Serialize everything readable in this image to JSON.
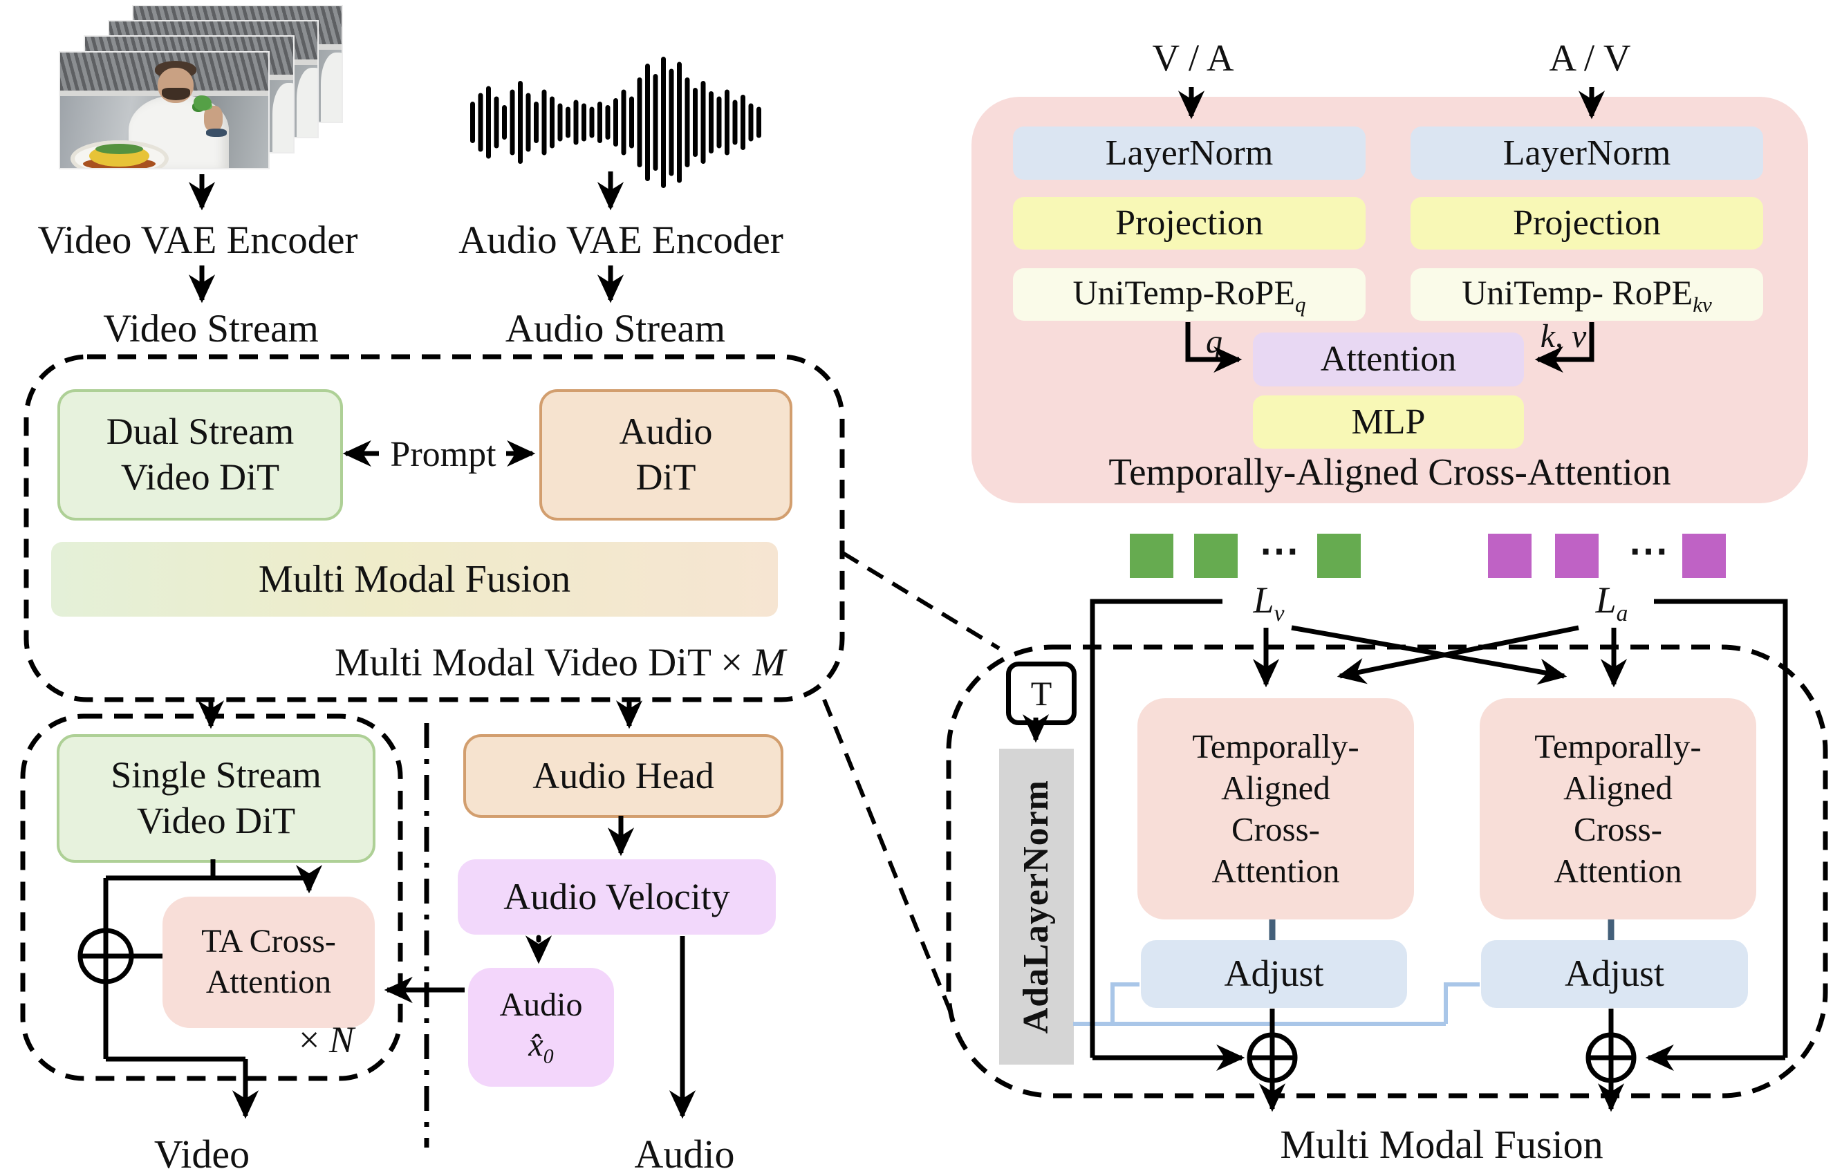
{
  "colors": {
    "green_node_fill": "#e7f2dd",
    "green_node_border": "#aed096",
    "tan_node_fill": "#f6e3cf",
    "tan_node_border": "#d29e6e",
    "pink_panel": "#f8dcda",
    "pink_node": "#f8ded8",
    "blue_node": "#dbe5f2",
    "yellow_node": "#f8f8b6",
    "ivory_node": "#fafbe9",
    "purple_node": "#e8d8f3",
    "lilac_node": "#f2d8fb",
    "adjust_node": "#dbe6f3",
    "gray_node": "#d5d5d5",
    "green_square": "#66ab50",
    "purple_square": "#bf62c5",
    "slate_connector": "#44607a",
    "lightblue_wire": "#a9c6e8",
    "line": "#000000"
  },
  "io": {
    "video_encoder": "Video VAE Encoder",
    "audio_encoder": "Audio VAE Encoder",
    "video_stream": "Video Stream",
    "audio_stream": "Audio Stream",
    "video_out": "Video",
    "audio_out": "Audio"
  },
  "waveform": {
    "icon": "audio-waveform-icon",
    "bars": [
      60,
      85,
      105,
      75,
      50,
      95,
      120,
      85,
      60,
      95,
      75,
      55,
      45,
      65,
      55,
      45,
      60,
      50,
      70,
      95,
      75,
      130,
      170,
      140,
      190,
      155,
      175,
      130,
      100,
      120,
      90,
      75,
      95,
      65,
      80,
      55,
      45
    ]
  },
  "mm_block": {
    "dual_line1": "Dual Stream",
    "dual_line2": "Video DiT",
    "prompt": "Prompt",
    "audio_line1": "Audio",
    "audio_line2": "DiT",
    "fusion": "Multi Modal Fusion",
    "caption": "Multi Modal Video DiT ×",
    "caption_var": "M"
  },
  "single_block": {
    "line1": "Single Stream",
    "line2": "Video DiT",
    "ta_line1": "TA Cross-",
    "ta_line2": "Attention",
    "repeat": "×",
    "repeat_var": "N"
  },
  "audio_path": {
    "head": "Audio Head",
    "velocity": "Audio Velocity",
    "x0_line1": "Audio",
    "x0_base": "x̂",
    "x0_sub": "0"
  },
  "taca_panel": {
    "in_left": "V / A",
    "in_right": "A / V",
    "layernorm": "LayerNorm",
    "projection": "Projection",
    "rope_q_base": "UniTemp-RoPE",
    "rope_q_sub": "q",
    "rope_kv_base": "UniTemp- RoPE",
    "rope_kv_sub": "kv",
    "q": "q",
    "kv": "k, v",
    "attention": "Attention",
    "mlp": "MLP",
    "caption": "Temporally-Aligned Cross-Attention"
  },
  "fusion_panel": {
    "lv_base": "L",
    "lv_sub": "v",
    "la_base": "L",
    "la_sub": "a",
    "dots": "⋯",
    "t": "T",
    "adalayernorm": "AdaLayerNorm",
    "taca_lines": [
      "Temporally-",
      "Aligned",
      "Cross-",
      "Attention"
    ],
    "adjust": "Adjust",
    "caption": "Multi Modal Fusion"
  }
}
